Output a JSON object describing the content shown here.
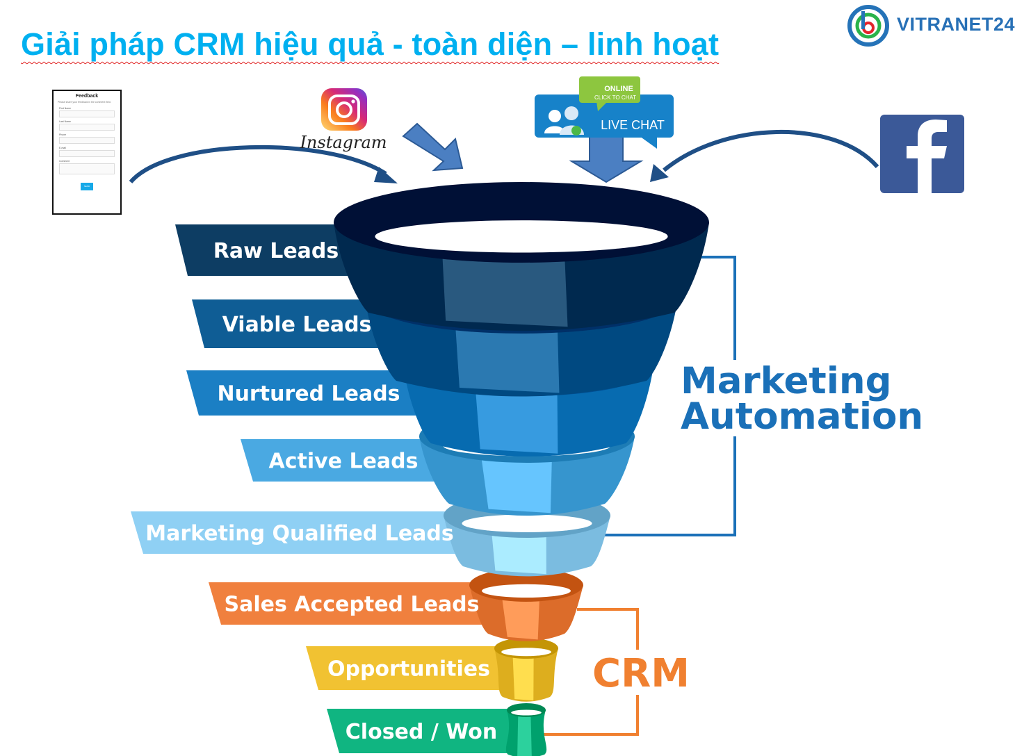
{
  "title": "Giải pháp CRM hiệu quả - toàn diện – linh hoạt",
  "brand": {
    "name": "VITRANET24",
    "icon": "vitranet24-b-logo"
  },
  "sources": {
    "feedback_form": {
      "title": "Feedback",
      "description": "Please share your feedback in the comment field.",
      "fields": [
        "First Name",
        "Last Name",
        "Phone",
        "E-mail",
        "Comment"
      ],
      "button": "SEND"
    },
    "instagram": {
      "label": "Instagram",
      "icon": "instagram-icon"
    },
    "live_chat": {
      "badge_top": "ONLINE",
      "badge_sub": "CLICK TO CHAT",
      "label": "LIVE CHAT",
      "icon": "live-chat-icon"
    },
    "facebook": {
      "icon": "facebook-icon"
    }
  },
  "funnel": {
    "stages": [
      {
        "label": "Raw Leads",
        "color": "#0d3d63"
      },
      {
        "label": "Viable Leads",
        "color": "#0f5d95"
      },
      {
        "label": "Nurtured Leads",
        "color": "#1b7fc4"
      },
      {
        "label": "Active Leads",
        "color": "#4aa9e2"
      },
      {
        "label": "Marketing Qualified Leads",
        "color": "#8fd0f4"
      },
      {
        "label": "Sales Accepted Leads",
        "color": "#f0803e"
      },
      {
        "label": "Opportunities",
        "color": "#f1c232"
      },
      {
        "label": "Closed / Won",
        "color": "#10b581"
      }
    ]
  },
  "groups": {
    "marketing_automation": {
      "line1": "Marketing",
      "line2": "Automation",
      "color": "#1a70b8"
    },
    "crm": {
      "label": "CRM",
      "color": "#f08030"
    }
  }
}
